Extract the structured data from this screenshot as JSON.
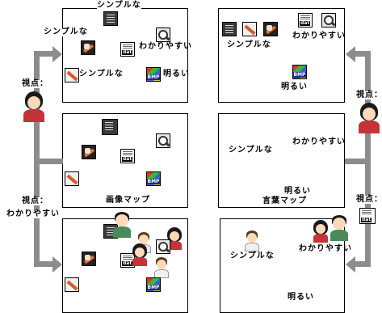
{
  "labels": {
    "simple": "シンプルな",
    "easy": "わかりやすい",
    "bright": "明るい",
    "viewpoint": "視点：",
    "image_map": "画像マップ",
    "word_map": "言葉マップ"
  },
  "icon_text": {
    "dat": "dat",
    "bmp": "BMP"
  },
  "colors": {
    "arrow": "#8c8c8c",
    "panel_border": "#000000",
    "shirt": "#c4333a"
  }
}
